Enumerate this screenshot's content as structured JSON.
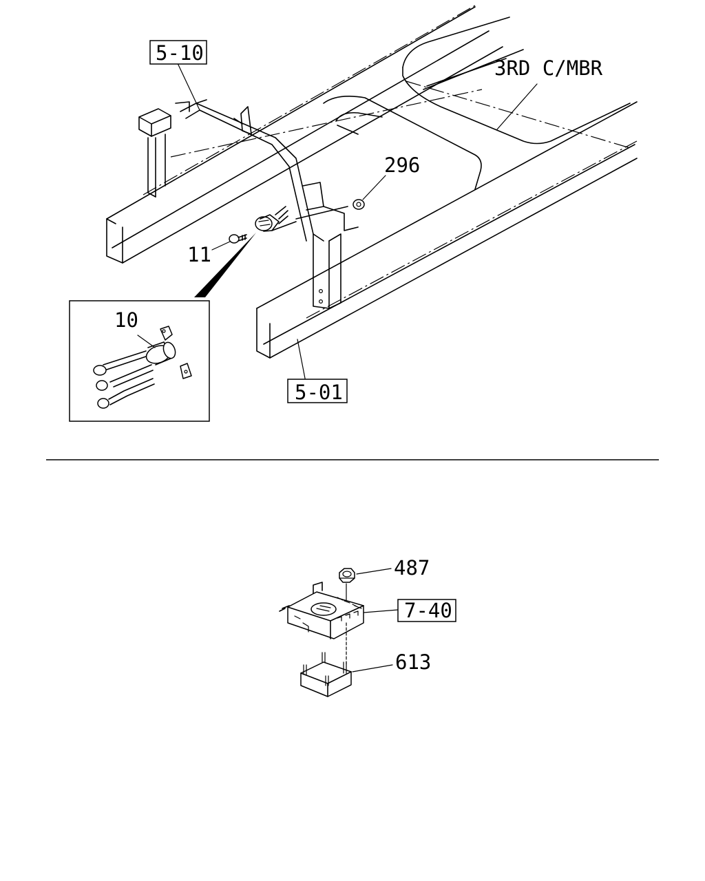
{
  "diagram": {
    "callouts": {
      "ref_5_10": "5-10",
      "ref_5_01": "5-01",
      "ref_7_40": "7-40",
      "label_3rd_cmbr": "3RD C/MBR",
      "part_296": "296",
      "part_11": "11",
      "part_10": "10",
      "part_487": "487",
      "part_613": "613"
    }
  }
}
